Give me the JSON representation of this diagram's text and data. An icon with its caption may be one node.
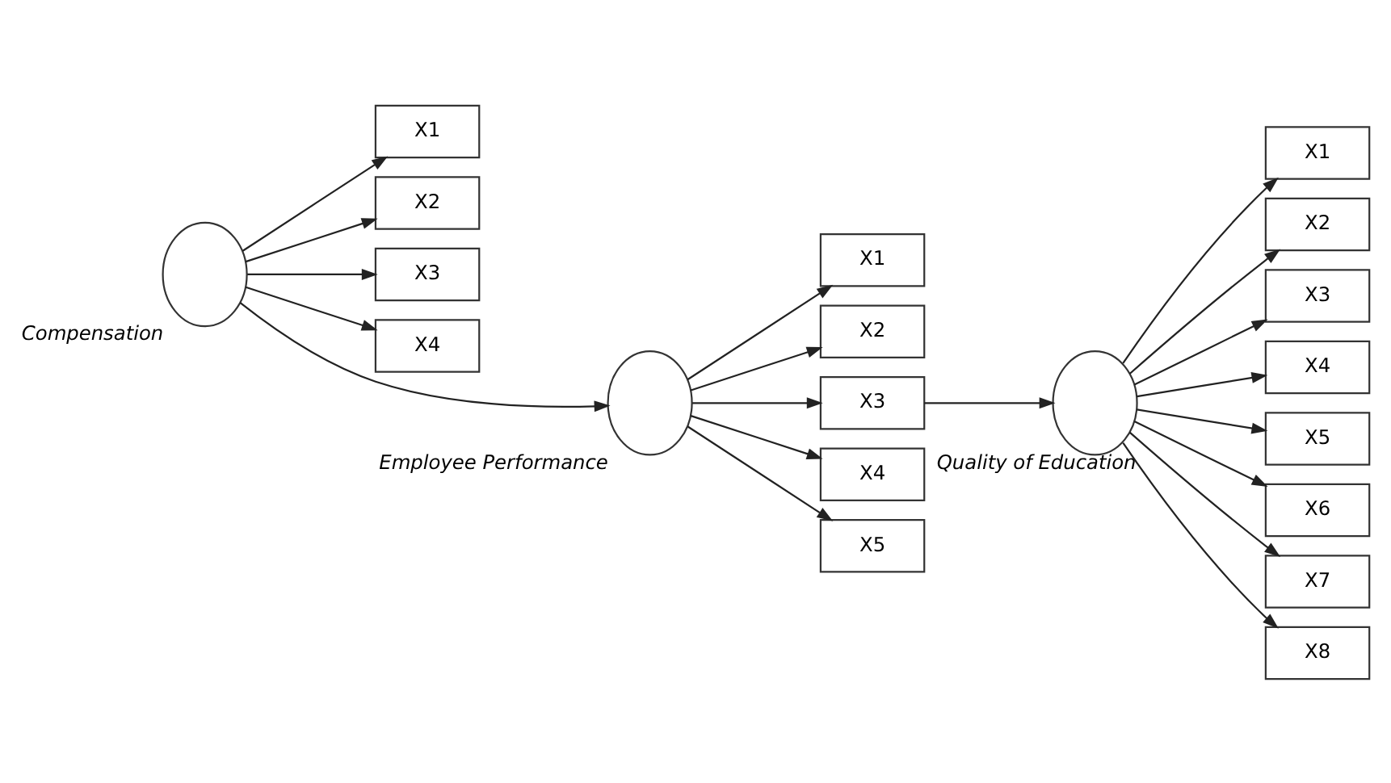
{
  "diagram": {
    "nodes": [
      {
        "text": [],
        "shape": "circle",
        "beside": [
          "Compensation"
        ]
      },
      {
        "text": [
          "X1"
        ]
      },
      {
        "text": [
          "X2"
        ]
      },
      {
        "text": [
          "X3"
        ]
      },
      {
        "text": [
          "X4"
        ]
      },
      {
        "text": [],
        "shape": "circle",
        "beside": [
          "Employee Performance"
        ]
      },
      {
        "text": [
          "X1"
        ]
      },
      {
        "text": [
          "X2"
        ]
      },
      {
        "text": [
          "X3"
        ]
      },
      {
        "text": [
          "X4"
        ]
      },
      {
        "text": [
          "X5"
        ]
      },
      {
        "text": [],
        "shape": "circle",
        "beside": [
          "Quality of Education"
        ]
      },
      {
        "text": [
          "X1"
        ]
      },
      {
        "text": [
          "X2"
        ]
      },
      {
        "text": [
          "X3"
        ]
      },
      {
        "text": [
          "X4"
        ]
      },
      {
        "text": [
          "X5"
        ]
      },
      {
        "text": [
          "X6"
        ]
      },
      {
        "text": [
          "X7"
        ]
      },
      {
        "text": [
          "X8"
        ]
      }
    ],
    "edges": [
      {
        "from": 0,
        "to": 1,
        "arrow": "to"
      },
      {
        "from": 0,
        "to": 2,
        "arrow": "to"
      },
      {
        "from": 0,
        "to": 5,
        "arrow": "to"
      },
      {
        "from": 0,
        "to": 3,
        "arrow": "to"
      },
      {
        "from": 0,
        "to": 4,
        "arrow": "to"
      },
      {
        "from": 5,
        "to": 6,
        "arrow": "to"
      },
      {
        "from": 5,
        "to": 7,
        "arrow": "to"
      },
      {
        "from": 5,
        "to": 8,
        "arrow": "to"
      },
      {
        "from": 5,
        "to": 9,
        "arrow": "to"
      },
      {
        "from": 5,
        "to": 10,
        "arrow": "to"
      },
      {
        "from": 8,
        "to": 11,
        "arrow": "to"
      },
      {
        "from": 11,
        "to": 12,
        "arrow": "to"
      },
      {
        "from": 11,
        "to": 13,
        "arrow": "to"
      },
      {
        "from": 11,
        "to": 14,
        "arrow": "to"
      },
      {
        "from": 11,
        "to": 15,
        "arrow": "to"
      },
      {
        "from": 11,
        "to": 16,
        "arrow": "to"
      },
      {
        "from": 11,
        "to": 17,
        "arrow": "to"
      },
      {
        "from": 11,
        "to": 18,
        "arrow": "to"
      },
      {
        "from": 11,
        "to": 19,
        "arrow": "to"
      }
    ]
  }
}
